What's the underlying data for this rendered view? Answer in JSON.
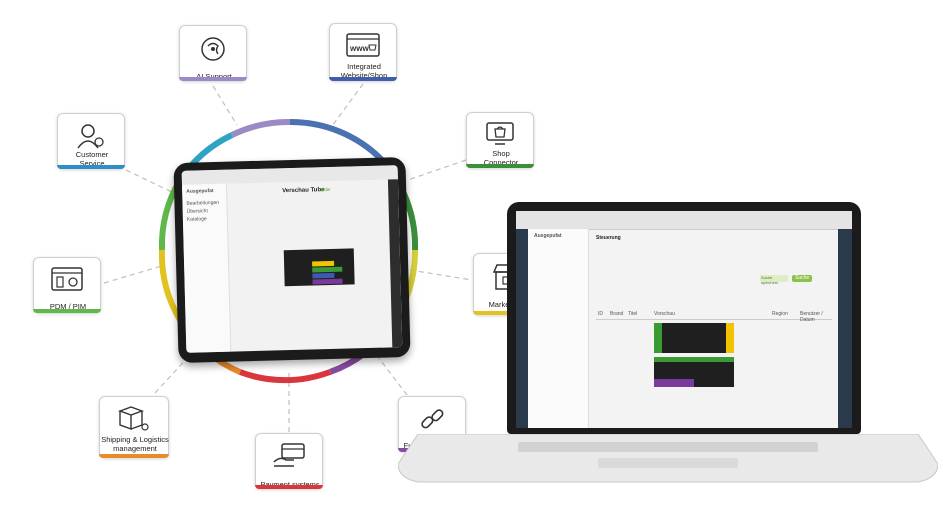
{
  "title": "",
  "colors": {
    "ring": [
      "#f4b400",
      "#e95e4e",
      "#d2d2d2",
      "#7a6fb3",
      "#4a72b0",
      "#2fa3c4",
      "#5fb94a",
      "#d8ce3b"
    ],
    "ai_support": "#9b8ac4",
    "website_shop": "#3f5fa8",
    "shop_connector": "#3b8f3b",
    "customer_service": "#2e8fc4",
    "pdm_pim": "#5fb94a",
    "marketplace": "#e3c321",
    "shipping": "#e88b2a",
    "payment": "#d9363e",
    "further": "#8a4a9e"
  },
  "nodes": [
    {
      "id": "ai",
      "label": "AI Support",
      "icon": "ai-brain-icon"
    },
    {
      "id": "web",
      "label": "Integrated\nWebsite/Shop",
      "icon": "www-shop-icon"
    },
    {
      "id": "shop",
      "label": "Shop\nConnector",
      "icon": "shopping-bag-screen-icon"
    },
    {
      "id": "cs",
      "label": "Customer\nService",
      "icon": "customer-gear-icon"
    },
    {
      "id": "pdm",
      "label": "PDM / PIM",
      "icon": "product-data-icon"
    },
    {
      "id": "market",
      "label": "Marketplace",
      "icon": "storefront-icon"
    },
    {
      "id": "ship",
      "label": "Shipping & Logistics\nmanagement",
      "icon": "package-cart-icon"
    },
    {
      "id": "pay",
      "label": "Payment systems",
      "icon": "card-payment-icon"
    },
    {
      "id": "further",
      "label": "Further interfaces",
      "icon": "link-chain-icon"
    }
  ],
  "tablet_screen": {
    "app": "Ausgepufat",
    "title": "Verschau Tube",
    "status": "aktiv",
    "menu": [
      "Bearbeitungen",
      "Übersicht",
      "Kataloge"
    ]
  },
  "laptop_screen": {
    "app": "Ausgepufat",
    "section": "Steuerung",
    "columns": [
      "ID",
      "Brand",
      "Titel",
      "Vorschau",
      "Region",
      "Benutzer / Datum"
    ],
    "button_primary": "Suche",
    "button_secondary": "Suche speichern"
  }
}
